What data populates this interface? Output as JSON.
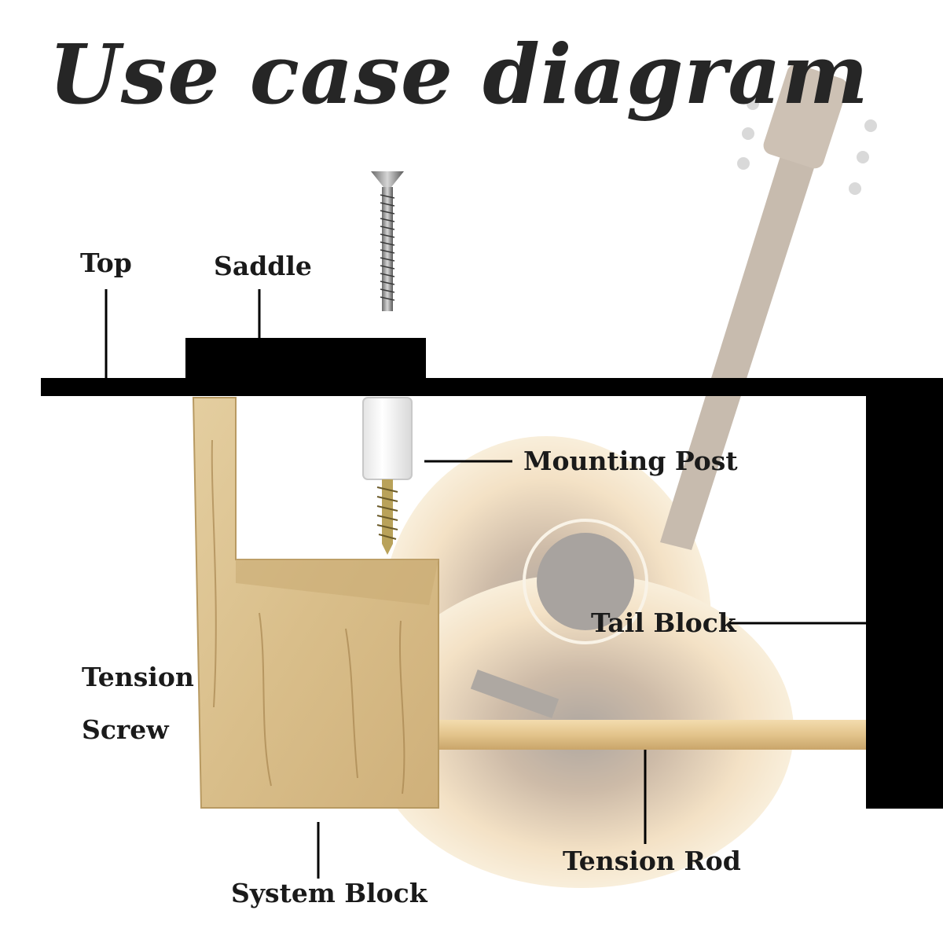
{
  "title": "Use case diagram",
  "labels": {
    "top": "Top",
    "saddle": "Saddle",
    "mounting_post": "Mounting Post",
    "tail_block": "Tail Block",
    "tension_screw_line1": "Tension",
    "tension_screw_line2": "Screw",
    "tension_rod": "Tension Rod",
    "system_block": "System Block"
  },
  "colors": {
    "structure": "#000000",
    "wood": "#dcc392",
    "rod": "#e6cc98",
    "guitar_body": "#b07a34",
    "post": "#ffffff",
    "screw": "#b9a25a"
  }
}
